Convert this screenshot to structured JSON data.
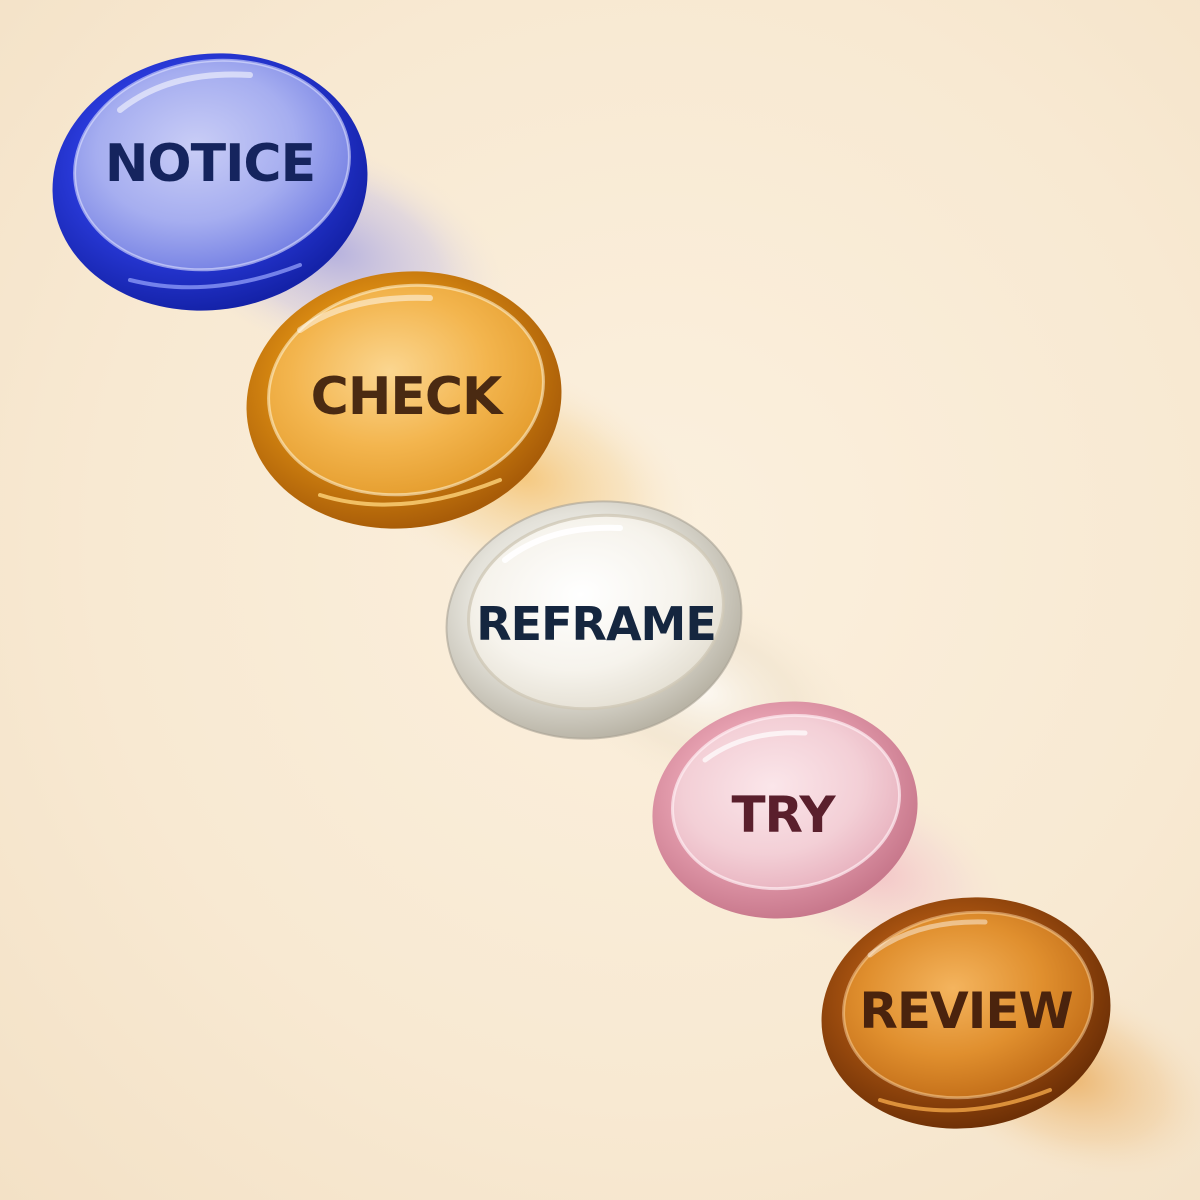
{
  "scene": {
    "background_color": "#f8ead4"
  },
  "stones": [
    {
      "label": "NOTICE",
      "glass_color": "#2f3fd6",
      "text_color": "#15245e"
    },
    {
      "label": "CHECK",
      "glass_color": "#e29a1c",
      "text_color": "#4a2a12"
    },
    {
      "label": "REFRAME",
      "glass_color": "#efeee8",
      "text_color": "#15263f"
    },
    {
      "label": "TRY",
      "glass_color": "#e9a7b4",
      "text_color": "#5a1f2c"
    },
    {
      "label": "REVIEW",
      "glass_color": "#c8701a",
      "text_color": "#4a230d"
    }
  ]
}
